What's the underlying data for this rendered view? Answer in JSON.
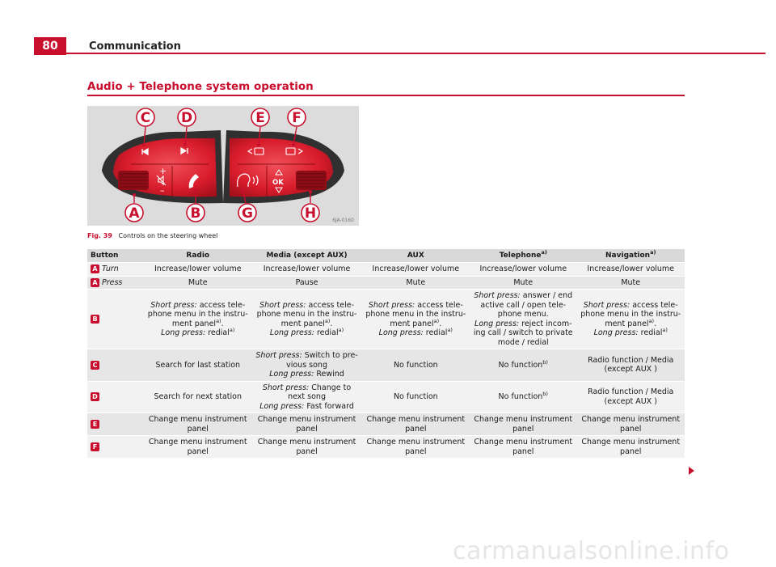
{
  "header": {
    "page_number": "80",
    "chapter": "Communication"
  },
  "section": {
    "title": "Audio + Telephone system operation"
  },
  "figure": {
    "caption_label": "Fig. 39",
    "caption_text": "Controls on the steering wheel",
    "code": "6JA-0160",
    "callouts": [
      "A",
      "B",
      "C",
      "D",
      "E",
      "F",
      "G",
      "H"
    ],
    "button_glyphs": {
      "ok": "OK",
      "plus": "+",
      "minus": "–"
    },
    "icons": [
      "previous-track-icon",
      "next-track-icon",
      "mute-icon",
      "phone-icon",
      "menu-left-icon",
      "menu-right-icon",
      "voice-icon",
      "up-icon",
      "down-icon"
    ]
  },
  "table": {
    "headers": {
      "button": "Button",
      "radio": "Radio",
      "media": "Media (except AUX)",
      "aux": "AUX",
      "telephone": "Telephone",
      "telephone_note": "a)",
      "navigation": "Navigation",
      "navigation_note": "a)"
    },
    "text": {
      "increase_lower_volume": "Increase/lower volume",
      "mute": "Mute",
      "pause": "Pause",
      "short_press": "Short press:",
      "long_press": "Long press:",
      "access_tele_1": "access tele-",
      "access_tele_2": "phone menu in the instru-",
      "access_tele_3": "ment panel",
      "note_a": "a)",
      "note_b": "b)",
      "period": ".",
      "redial": "redial",
      "tel_short_1": "answer / end",
      "tel_short_2": "active call / open tele-",
      "tel_short_3": "phone menu.",
      "tel_long_1": "reject incom-",
      "tel_long_2": "ing call / switch to private",
      "tel_long_3": "mode / redial",
      "search_last": "Search for last station",
      "search_next": "Search for next station",
      "switch_prev_1": "Switch to pre-",
      "switch_prev_2": "vious song",
      "rewind": "Rewind",
      "change_next_1": "Change to",
      "change_next_2": "next song",
      "fast_forward": "Fast forward",
      "no_function": "No function",
      "radio_media_1": "Radio function / Media",
      "radio_media_2": "(except AUX )",
      "change_menu_1": "Change menu instrument",
      "change_menu_2": "panel"
    },
    "rows": {
      "a_turn": {
        "badge": "A",
        "action": "Turn"
      },
      "a_press": {
        "badge": "A",
        "action": "Press"
      },
      "b": {
        "badge": "B"
      },
      "c": {
        "badge": "C"
      },
      "d": {
        "badge": "D"
      },
      "e": {
        "badge": "E"
      },
      "f": {
        "badge": "F"
      }
    }
  },
  "watermark": "carmanualsonline.info",
  "colors": {
    "accent": "#c8102e",
    "header_bg": "#d9d9d9",
    "row_light": "#f2f2f2",
    "row_dark": "#e6e6e6",
    "figure_bg": "#dcdcdc"
  }
}
